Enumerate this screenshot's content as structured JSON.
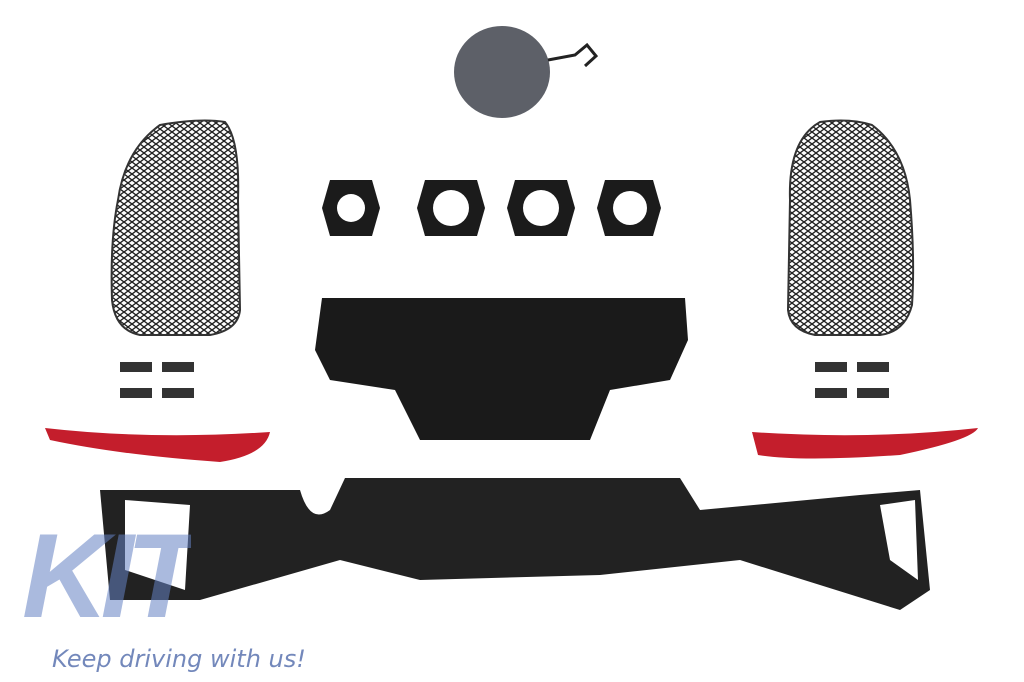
{
  "watermark": {
    "logo_text": "KIT",
    "slogan": "Keep driving with us!",
    "color": "#6482c3"
  },
  "parts": [
    "tow-hook-cover",
    "mesh-grille-left",
    "mesh-grille-right",
    "exhaust-ring",
    "exhaust-ring",
    "exhaust-ring",
    "exhaust-ring",
    "bumper-bracket",
    "clips-left",
    "clips-right",
    "reflector-left",
    "reflector-right",
    "rear-diffuser"
  ],
  "colors": {
    "plastic": "#1b1b1b",
    "reflector": "#c41e2c",
    "cap": "#5d6068",
    "mesh": "#222222"
  }
}
